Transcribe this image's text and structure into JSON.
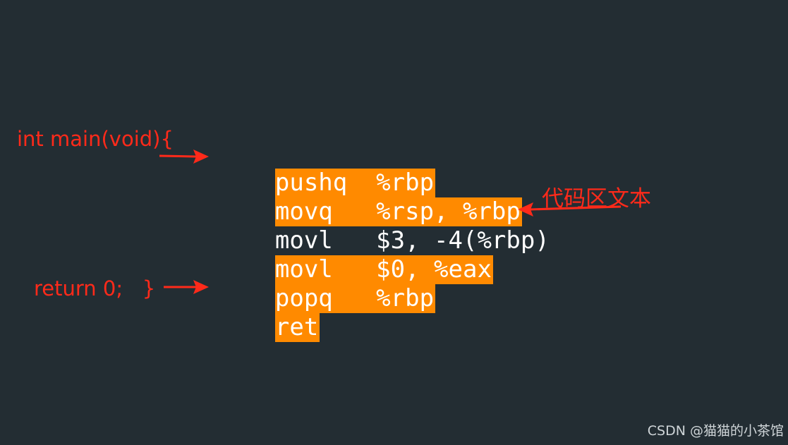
{
  "colors": {
    "background": "#232d33",
    "highlight": "#ff8a00",
    "code_text": "#ffffff",
    "annotation": "#ff2a1a",
    "watermark": "#cfd5d8"
  },
  "code": {
    "lines": [
      {
        "text": "pushq  %rbp",
        "highlighted": true
      },
      {
        "text": "movq   %rsp, %rbp",
        "highlighted": true
      },
      {
        "text": "movl   $3, -4(%rbp)",
        "highlighted": false
      },
      {
        "text": "movl   $0, %eax",
        "highlighted": true
      },
      {
        "text": "popq   %rbp",
        "highlighted": true
      },
      {
        "text": "ret",
        "highlighted": true
      }
    ]
  },
  "annotations": {
    "main_label": "int main(void){",
    "return_label": "return 0;   }",
    "code_region_label": "代码区文本",
    "arrow_icon": "red-arrow-icon"
  },
  "watermark": "CSDN @猫猫的小茶馆"
}
